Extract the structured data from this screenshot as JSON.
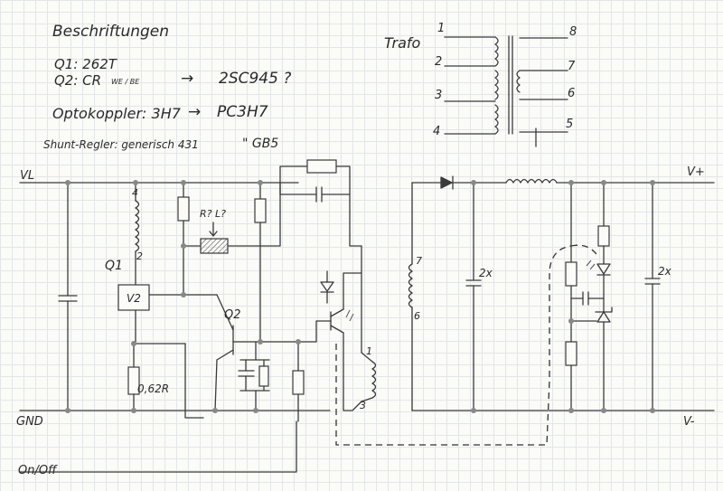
{
  "notes": {
    "heading": "Beschriftungen",
    "q1": "Q1: 262T",
    "q2": "Q2: CR",
    "q2_sub": "WE / BE",
    "q2_arrow": "→",
    "q2_replacement": "2SC945 ?",
    "optocoupler": "Optokoppler: 3H7",
    "optocoupler_arrow": "→",
    "optocoupler_replacement": "PC3H7",
    "shunt": "Shunt-Regler: generisch 431",
    "shunt_alt": "\" GB5"
  },
  "transformer": {
    "title": "Trafo",
    "pins_left": [
      "1",
      "2",
      "3",
      "4"
    ],
    "pins_right": [
      "8",
      "7",
      "6",
      "5"
    ]
  },
  "schematic": {
    "rail_vl": "VL",
    "rail_gnd": "GND",
    "rail_onoff": "On/Off",
    "rail_vplus": "V+",
    "rail_vminus": "V-",
    "q1": "Q1",
    "q2": "Q2",
    "ic": "V2",
    "pin4": "4",
    "pin2": "2",
    "pin7": "7",
    "pin6": "6",
    "pin1": "1",
    "pin3": "3",
    "r_shunt": "0,62R",
    "r_question": "R? L?",
    "cap_left": "2x",
    "cap_right": "2x"
  }
}
